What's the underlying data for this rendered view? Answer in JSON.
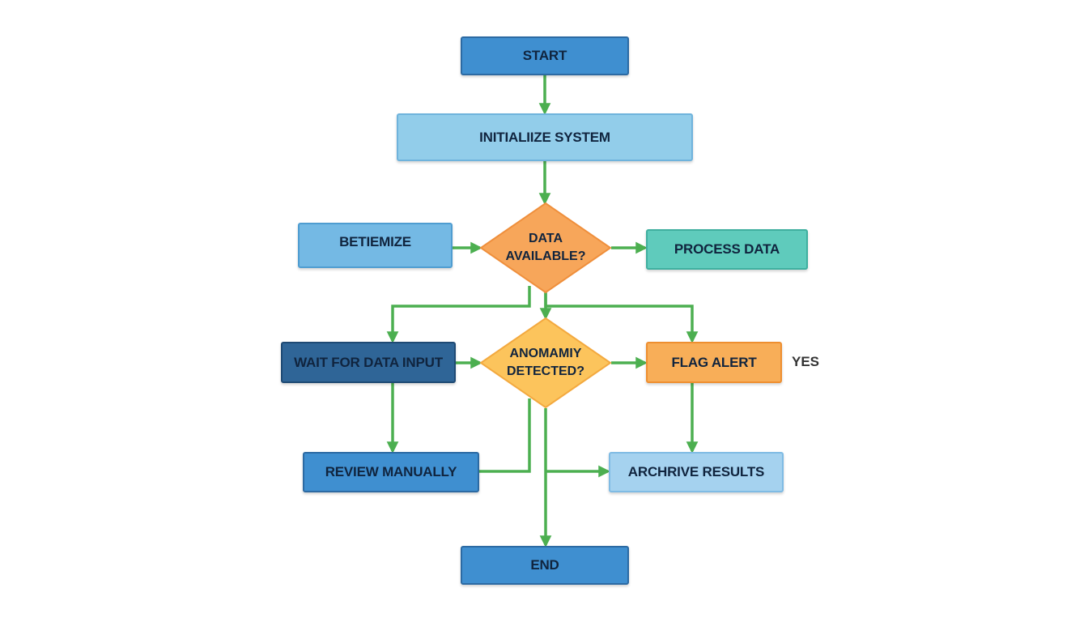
{
  "diagram": {
    "colors": {
      "connector": "#4caf50",
      "terminal": "#3f8fd0",
      "process_light": "#92cdea",
      "process_mid": "#74b9e4",
      "process_dark": "#2f6597",
      "process_teal": "#5fcbbc",
      "decision_orange": "#f7a65a",
      "decision_yellow": "#fcc45c",
      "alert": "#f8ae58",
      "archive": "#a5d2ef"
    },
    "nodes": {
      "start": "START",
      "init": "INITIALIIZE SYSTEM",
      "betiemize": "BETIEMIZE",
      "data_available_line1": "DATA",
      "data_available_line2": "AVAILABLE?",
      "process": "PROCESS DATA",
      "wait": "WAIT FOR DATA INPUT",
      "anomaly_line1": "ANOMAMIY",
      "anomaly_line2": "DETECTED?",
      "flag": "FLAG ALERT",
      "review": "REVIEW MANUALLY",
      "archive": "ARCHRIVE RESULTS",
      "end": "END"
    },
    "edge_labels": {
      "yes": "YES"
    }
  }
}
